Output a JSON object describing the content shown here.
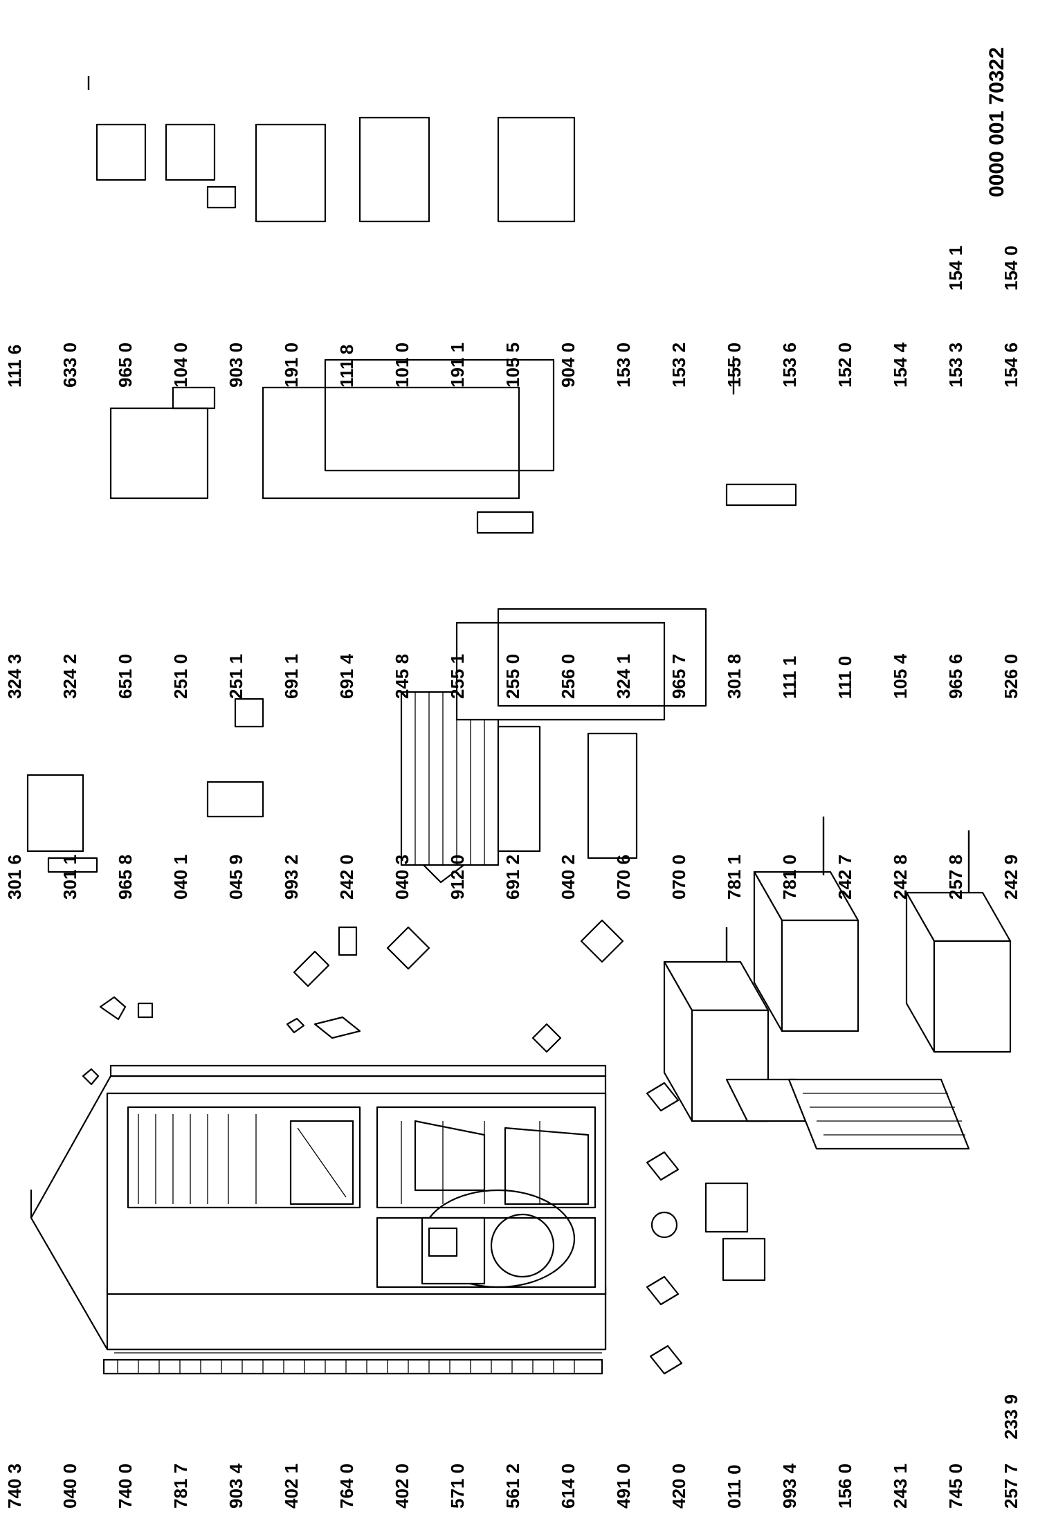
{
  "document_number": "0000 001 70322",
  "labels": {
    "l7403": "740 3",
    "l0400": "040 0",
    "l7400": "740 0",
    "l7817": "781 7",
    "l9034": "903 4",
    "l4021": "402 1",
    "l7640": "764 0",
    "l4020": "402 0",
    "l5710": "571 0",
    "l5612": "561 2",
    "l6140": "614 0",
    "l4910": "491 0",
    "l4200": "420 0",
    "l0110": "011 0",
    "l9934": "993 4",
    "l1560": "156 0",
    "l2431": "243 1",
    "l7450": "745 0",
    "l2577": "257 7",
    "l2339": "233 9",
    "l2578": "257 8",
    "l2429": "242 9",
    "l2428": "242 8",
    "l2427": "242 7",
    "l7810": "781 0",
    "l7811": "781 1",
    "l0700": "070 0",
    "l0706": "070 6",
    "l0402": "040 2",
    "l6912": "691 2",
    "l9120": "912 0",
    "l0403": "040 3",
    "l2420": "242 0",
    "l9932": "993 2",
    "l0459": "045 9",
    "l0401": "040 1",
    "l9658": "965 8",
    "l3011": "301 1",
    "l3016": "301 6",
    "l3243": "324 3",
    "l3242": "324 2",
    "l6510": "651 0",
    "l2510": "251 0",
    "l2511": "251 1",
    "l6911": "691 1",
    "l6914": "691 4",
    "l2458": "245 8",
    "l2551": "255 1",
    "l2550": "255 0",
    "l2560": "256 0",
    "l3241": "324 1",
    "l9657": "965 7",
    "l3018": "301 8",
    "l1111": "111 1",
    "l1110": "111 0",
    "l1054": "105 4",
    "l9656": "965 6",
    "l5260": "526 0",
    "l1116": "111 6",
    "l6330": "633 0",
    "l9650": "965 0",
    "l1040": "104 0",
    "l9030": "903 0",
    "l1910": "191 0",
    "l1118": "111 8",
    "l1010": "101 0",
    "l1911": "191 1",
    "l1055": "105 5",
    "l9040": "904 0",
    "l1530": "153 0",
    "l1532": "153 2",
    "l1550": "155 0",
    "l1536": "153 6",
    "l1520": "152 0",
    "l1544": "154 4",
    "l1533": "153 3",
    "l1546": "154 6",
    "l1541": "154 1",
    "l1540": "154 0"
  }
}
